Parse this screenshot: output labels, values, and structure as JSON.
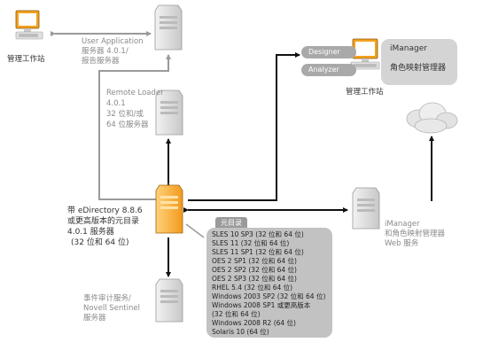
{
  "nodes": {
    "workstation": "管理工作站",
    "user_app_line1": "User Application",
    "user_app_line2": "服务器 4.0.1/",
    "user_app_line3": "报告服务器",
    "loader_line1": "Remote Loader",
    "loader_line2": "4.0.1",
    "loader_line3": "32 位和/或",
    "loader_line4": "64 位服务器",
    "core_line1": "带 eDirectory 8.8.6",
    "core_line2": "或更高版本的元目录",
    "core_line3": "4.0.1 服务器",
    "core_line4": "(32 位和 64 位)",
    "audit_line1": "事件审计服务/",
    "audit_line2": "Novell Sentinel",
    "audit_line3": "服务器",
    "web_line1": "iManager",
    "web_line2": "和角色映射管理器",
    "web_line3": "Web 服务",
    "admin_workstation": "管理工作站"
  },
  "admin": {
    "designer": "Designer",
    "analyzer": "Analyzer",
    "imanager": "iManager",
    "role_mapper": "角色映射管理器"
  },
  "metadirectory": {
    "title": "元目录",
    "items": [
      "SLES 10 SP3 (32 位和 64 位)",
      "SLES 11 (32 位和 64 位)",
      "SLES 11 SP1 (32 位和 64 位)",
      "OES 2 SP1 (32 位和 64 位)",
      "OES 2 SP2 (32 位和 64 位)",
      "OES 2 SP3 (32 位和 64 位)",
      "RHEL 5.4 (32 位和 64 位)",
      "Windows 2003 SP2 (32 位和 64 位)",
      "Windows 2008 SP1 或更高版本",
      "(32 位和 64 位)",
      "Windows 2008 R2 (64 位)",
      "Solaris 10 (64 位)"
    ]
  },
  "colors": {
    "accent": "#f29a1c",
    "panel": "#c2c2c2",
    "connector": "#111111",
    "connector_secondary": "#9a9a9a"
  }
}
